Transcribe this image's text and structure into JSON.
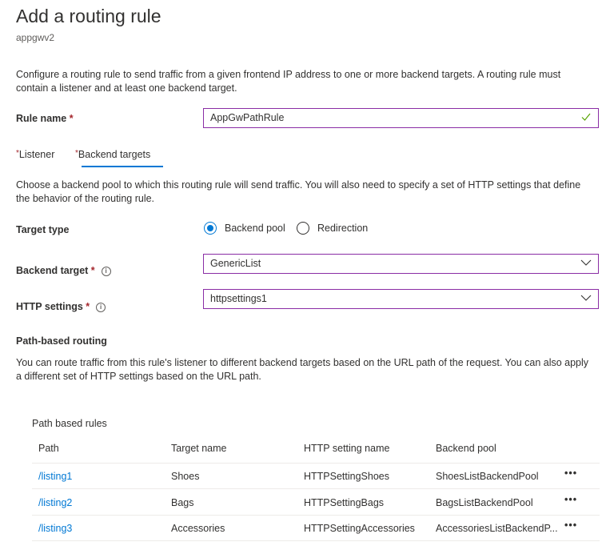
{
  "header": {
    "title": "Add a routing rule",
    "subtitle": "appgwv2"
  },
  "intro": "Configure a routing rule to send traffic from a given frontend IP address to one or more backend targets. A routing rule must contain a listener and at least one backend target.",
  "rule_name": {
    "label": "Rule name",
    "required": "*",
    "value": "AppGwPathRule"
  },
  "tabs": [
    {
      "label": "Listener",
      "required": "*"
    },
    {
      "label": "Backend targets",
      "required": "*",
      "active": true
    }
  ],
  "backend_desc": "Choose a backend pool to which this routing rule will send traffic. You will also need to specify a set of HTTP settings that define the behavior of the routing rule.",
  "target_type": {
    "label": "Target type",
    "options": [
      "Backend pool",
      "Redirection"
    ],
    "selected": "Backend pool"
  },
  "backend_target": {
    "label": "Backend target",
    "required": "*",
    "value": "GenericList"
  },
  "http_settings": {
    "label": "HTTP settings",
    "required": "*",
    "value": "httpsettings1"
  },
  "path_routing": {
    "heading": "Path-based routing",
    "desc": "You can route traffic from this rule's listener to different backend targets based on the URL path of the request. You can also apply a different set of HTTP settings based on the URL path."
  },
  "rules_table": {
    "caption": "Path based rules",
    "columns": [
      "Path",
      "Target name",
      "HTTP setting name",
      "Backend pool"
    ],
    "rows": [
      {
        "path": "/listing1",
        "target": "Shoes",
        "http": "HTTPSettingShoes",
        "pool": "ShoesListBackendPool",
        "more": "•••"
      },
      {
        "path": "/listing2",
        "target": "Bags",
        "http": "HTTPSettingBags",
        "pool": "BagsListBackendPool",
        "more": "•••"
      },
      {
        "path": "/listing3",
        "target": "Accessories",
        "http": "HTTPSettingAccessories",
        "pool": "AccessoriesListBackendP...",
        "more": "•••"
      }
    ]
  },
  "colors": {
    "accent": "#0078d4",
    "input_border": "#8a2da5",
    "required": "#a4262c",
    "valid": "#57a300"
  }
}
